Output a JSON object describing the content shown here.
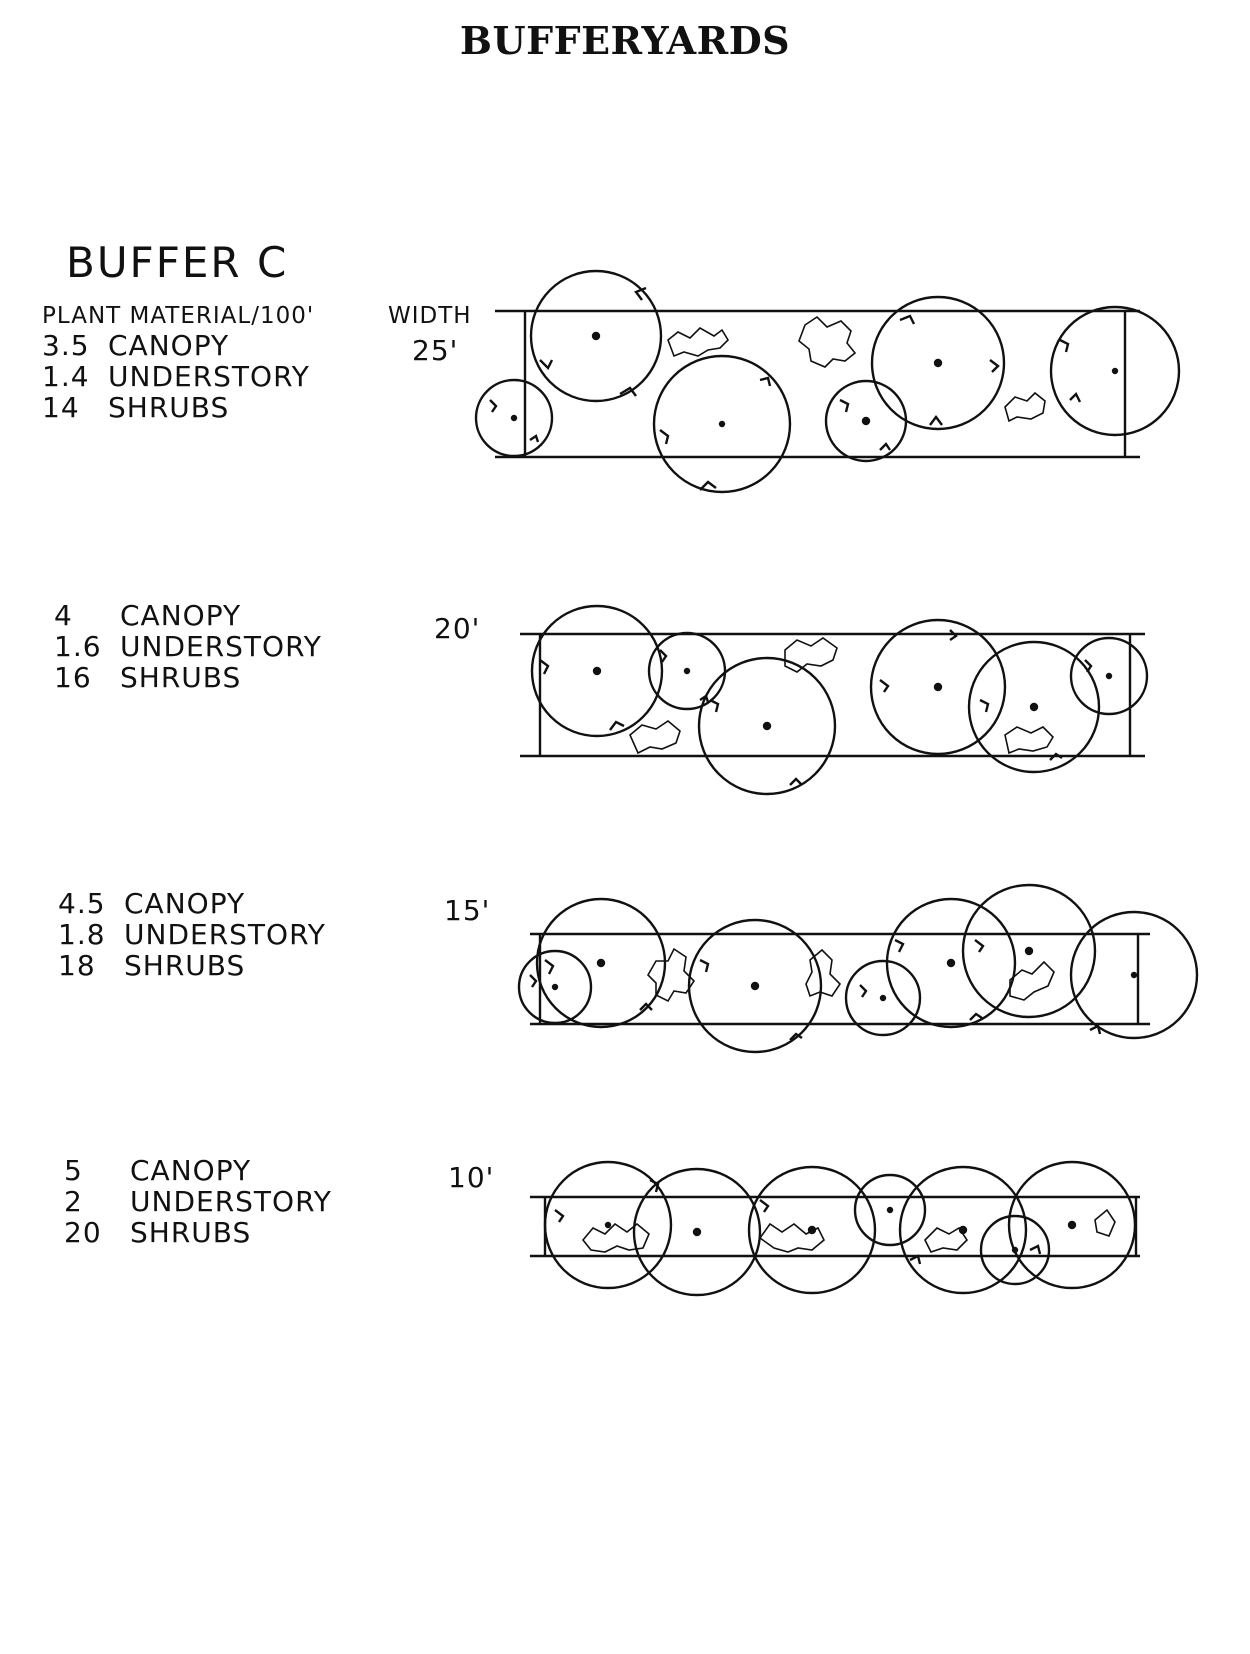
{
  "title": "BUFFERYARDS",
  "buffer_name": "BUFFER C",
  "header": {
    "plant_material_label": "PLANT MATERIAL/100'",
    "width_label": "WIDTH"
  },
  "options": [
    {
      "width": "25'",
      "canopy": "3.5",
      "canopy_label": "CANOPY",
      "understory": "1.4",
      "understory_label": "UNDERSTORY",
      "shrubs": "14",
      "shrubs_label": "SHRUBS"
    },
    {
      "width": "20'",
      "canopy": "4",
      "canopy_label": "CANOPY",
      "understory": "1.6",
      "understory_label": "UNDERSTORY",
      "shrubs": "16",
      "shrubs_label": "SHRUBS"
    },
    {
      "width": "15'",
      "canopy": "4.5",
      "canopy_label": "CANOPY",
      "understory": "1.8",
      "understory_label": "UNDERSTORY",
      "shrubs": "18",
      "shrubs_label": "SHRUBS"
    },
    {
      "width": "10'",
      "canopy": "5",
      "canopy_label": "CANOPY",
      "understory": "2",
      "understory_label": "UNDERSTORY",
      "shrubs": "20",
      "shrubs_label": "SHRUBS"
    }
  ]
}
